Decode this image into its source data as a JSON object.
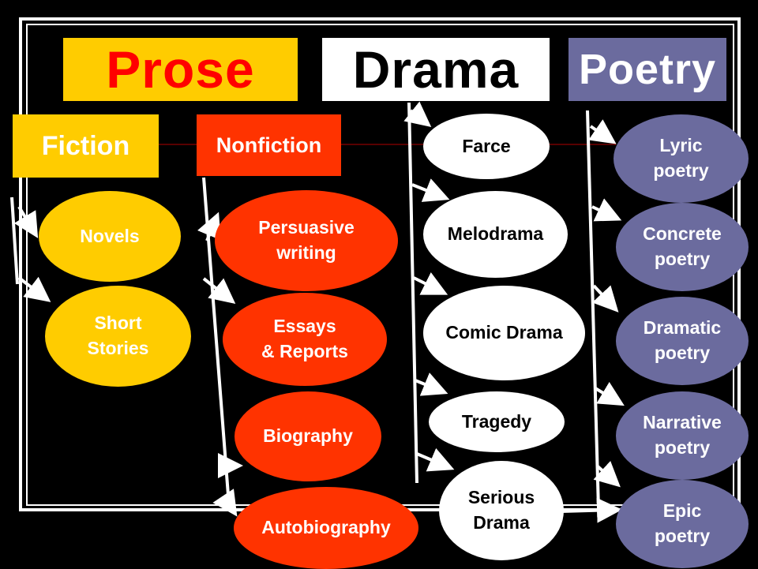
{
  "colors": {
    "background": "#000000",
    "prose": "#FFCC00",
    "prose_text": "#FF0000",
    "drama": "#FFFFFF",
    "drama_text": "#000000",
    "poetry": "#6B6B9E",
    "poetry_text": "#FFFFFF",
    "fiction_oval": "#FFCC00",
    "nonfiction_oval": "#FF3300",
    "drama_oval": "#FFFFFF",
    "poetry_oval": "#6B6B9E"
  },
  "headers": {
    "prose": "Prose",
    "drama": "Drama",
    "poetry": "Poetry"
  },
  "subheaders": {
    "fiction": "Fiction",
    "nonfiction": "Nonfiction"
  },
  "fiction": [
    "Novels",
    "Short\nStories"
  ],
  "nonfiction": [
    "Persuasive\nwriting",
    "Essays\n& Reports",
    "Biography",
    "Autobiography"
  ],
  "drama": [
    "Farce",
    "Melodrama",
    "Comic Drama",
    "Tragedy",
    "Serious\nDrama"
  ],
  "poetry": [
    "Lyric\npoetry",
    "Concrete\npoetry",
    "Dramatic\npoetry",
    "Narrative\npoetry",
    "Epic\npoetry"
  ]
}
